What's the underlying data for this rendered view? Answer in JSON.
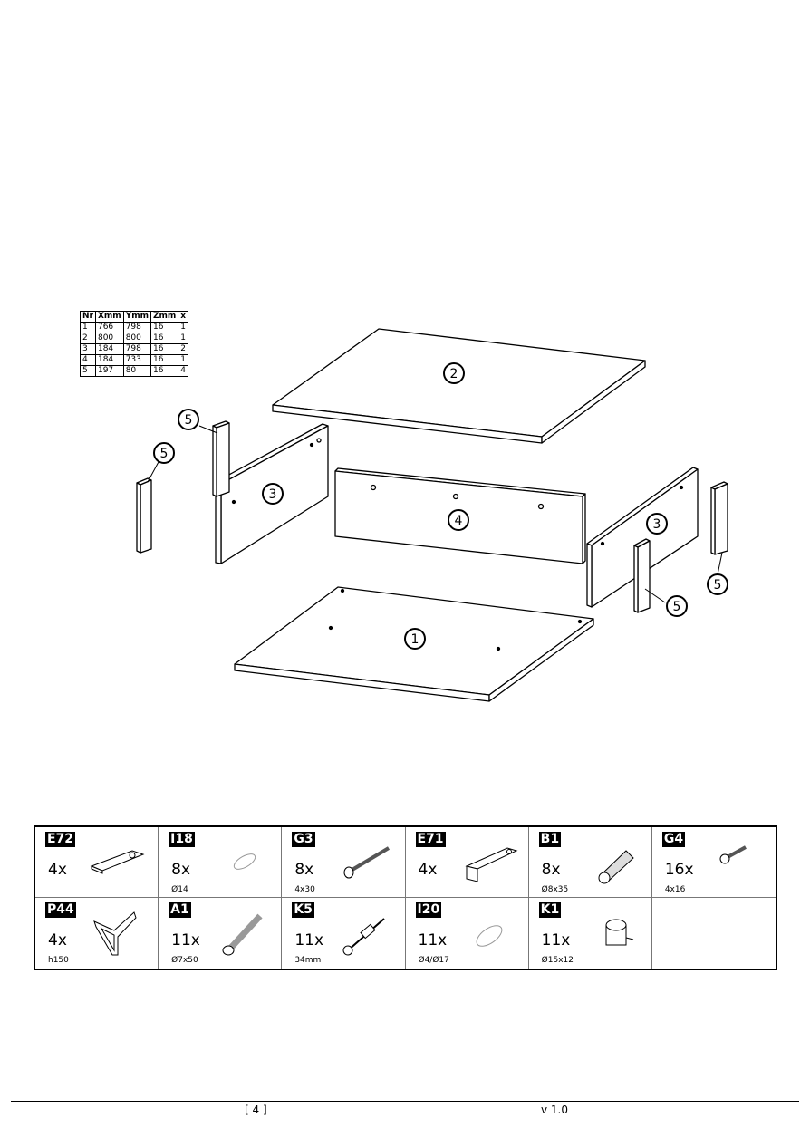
{
  "parts_table": {
    "headers": [
      "Nr",
      "Xmm",
      "Ymm",
      "Zmm",
      "x"
    ],
    "rows": [
      [
        "1",
        "766",
        "798",
        "16",
        "1"
      ],
      [
        "2",
        "800",
        "800",
        "16",
        "1"
      ],
      [
        "3",
        "184",
        "798",
        "16",
        "2"
      ],
      [
        "4",
        "184",
        "733",
        "16",
        "1"
      ],
      [
        "5",
        "197",
        "80",
        "16",
        "4"
      ]
    ]
  },
  "diagram_labels": {
    "p1": "1",
    "p2": "2",
    "p3a": "3",
    "p3b": "3",
    "p4": "4",
    "p5a": "5",
    "p5b": "5",
    "p5c": "5",
    "p5d": "5"
  },
  "hardware": [
    {
      "code": "E72",
      "qty": "4x",
      "size": "",
      "icon": "flat-plate-icon"
    },
    {
      "code": "I18",
      "qty": "8x",
      "size": "Ø14",
      "icon": "cap-ring-icon"
    },
    {
      "code": "G3",
      "qty": "8x",
      "size": "4x30",
      "icon": "screw-icon"
    },
    {
      "code": "E71",
      "qty": "4x",
      "size": "",
      "icon": "angle-plate-icon"
    },
    {
      "code": "B1",
      "qty": "8x",
      "size": "Ø8x35",
      "icon": "dowel-icon"
    },
    {
      "code": "G4",
      "qty": "16x",
      "size": "4x16",
      "icon": "short-screw-icon"
    },
    {
      "code": "P44",
      "qty": "4x",
      "size": "h150",
      "icon": "leg-icon"
    },
    {
      "code": "A1",
      "qty": "11x",
      "size": "Ø7x50",
      "icon": "bolt-icon"
    },
    {
      "code": "K5",
      "qty": "11x",
      "size": "34mm",
      "icon": "cam-bolt-icon"
    },
    {
      "code": "I20",
      "qty": "11x",
      "size": "Ø4/Ø17",
      "icon": "cover-cap-icon"
    },
    {
      "code": "K1",
      "qty": "11x",
      "size": "Ø15x12",
      "icon": "cam-lock-icon"
    }
  ],
  "footer": {
    "page": "[ 4 ]",
    "version": "v 1.0"
  }
}
